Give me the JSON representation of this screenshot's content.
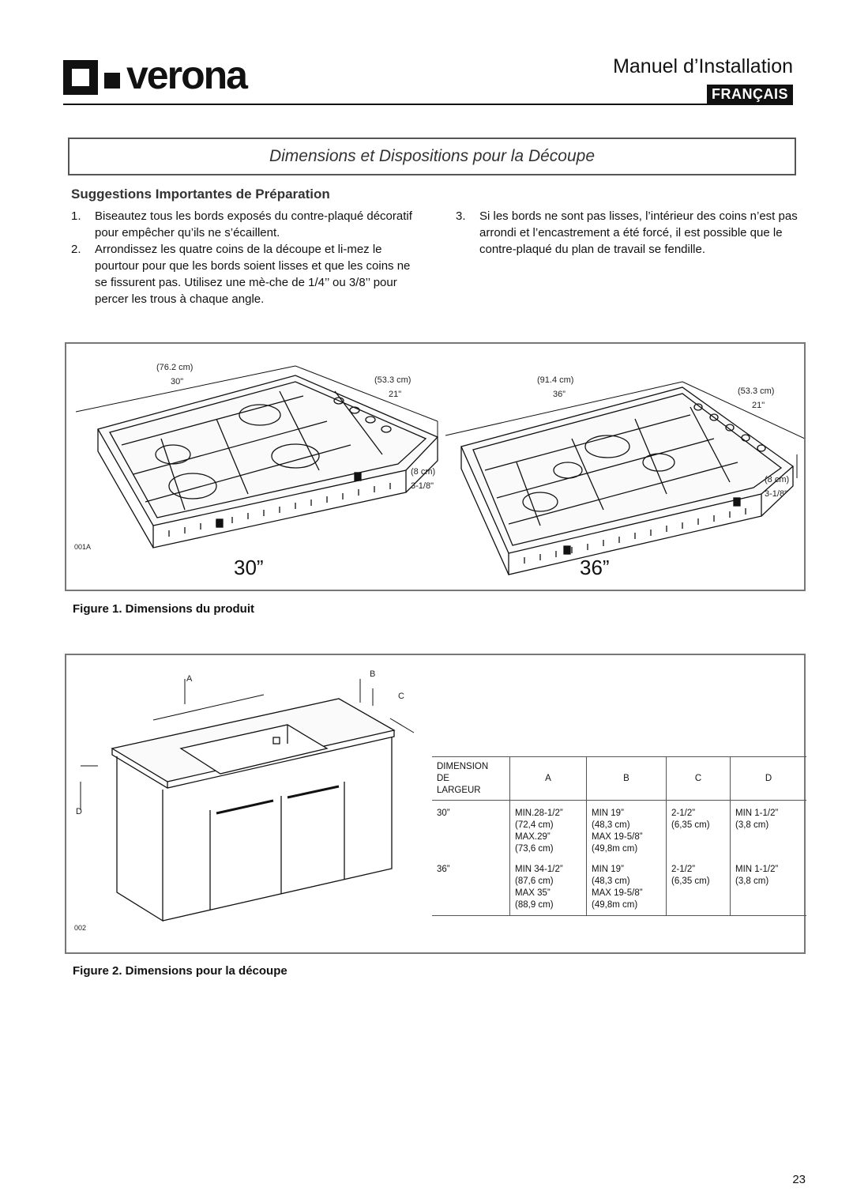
{
  "header": {
    "brand": "verona",
    "manual_title": "Manuel d’Installation",
    "language": "FRANÇAIS"
  },
  "section": {
    "title": "Dimensions et Dispositions pour la Découpe"
  },
  "preparation": {
    "heading": "Suggestions Importantes de Préparation",
    "items_left": [
      {
        "num": "1.",
        "text": "Biseautez tous les bords exposés du contre-plaqué décoratif pour empêcher qu’ils ne s’écaillent."
      },
      {
        "num": "2.",
        "text": "Arrondissez les quatre coins de la découpe et li-mez le pourtour pour que les bords soient lisses et que les coins ne se fissurent pas. Utilisez une mè-che de 1/4’’ ou 3/8’’ pour percer les trous à chaque angle."
      }
    ],
    "items_right": [
      {
        "num": "3.",
        "text": "Si les bords ne sont pas lisses, l’intérieur des coins n’est pas arrondi et l’encastrement a été forcé, il est possible que le contre-plaqué du plan de travail se fendille."
      }
    ]
  },
  "figure1": {
    "caption": "Figure 1.  Dimensions du produit",
    "code": "001A",
    "cooktop30": {
      "size_label": "30”",
      "width_cm": "(76.2 cm)",
      "width_in": "30\"",
      "depth_cm": "(53.3 cm)",
      "depth_in": "21\"",
      "height_cm": "(8 cm)",
      "height_in": "3-1/8\""
    },
    "cooktop36": {
      "size_label": "36”",
      "width_cm": "(91.4 cm)",
      "width_in": "36”",
      "depth_cm": "(53.3 cm)",
      "depth_in": "21\"",
      "height_cm": "(8 cm)",
      "height_in": "3-1/8\""
    }
  },
  "figure2": {
    "caption": "Figure 2.  Dimensions pour la découpe",
    "code": "002",
    "labels": {
      "a": "A",
      "b": "B",
      "c": "C",
      "d": "D"
    },
    "table": {
      "headers": [
        "DIMENSION\nDE\nLARGEUR",
        "A",
        "B",
        "C",
        "D"
      ],
      "rows": [
        {
          "width": "30”",
          "a": "MIN.28-1/2”\n(72,4 cm)\nMAX.29”\n(73,6 cm)",
          "b": "MIN 19”\n(48,3 cm)\nMAX 19-5/8”\n(49,8m cm)",
          "c": "2-1/2”\n(6,35 cm)",
          "d": "MIN 1-1/2”\n(3,8 cm)"
        },
        {
          "width": "36”",
          "a": "MIN 34-1/2”\n(87,6 cm)\nMAX 35”\n(88,9 cm)",
          "b": "MIN 19”\n(48,3 cm)\nMAX 19-5/8”\n(49,8m cm)",
          "c": "2-1/2”\n(6,35 cm)",
          "d": "MIN 1-1/2”\n(3,8 cm)"
        }
      ]
    }
  },
  "page_number": "23"
}
